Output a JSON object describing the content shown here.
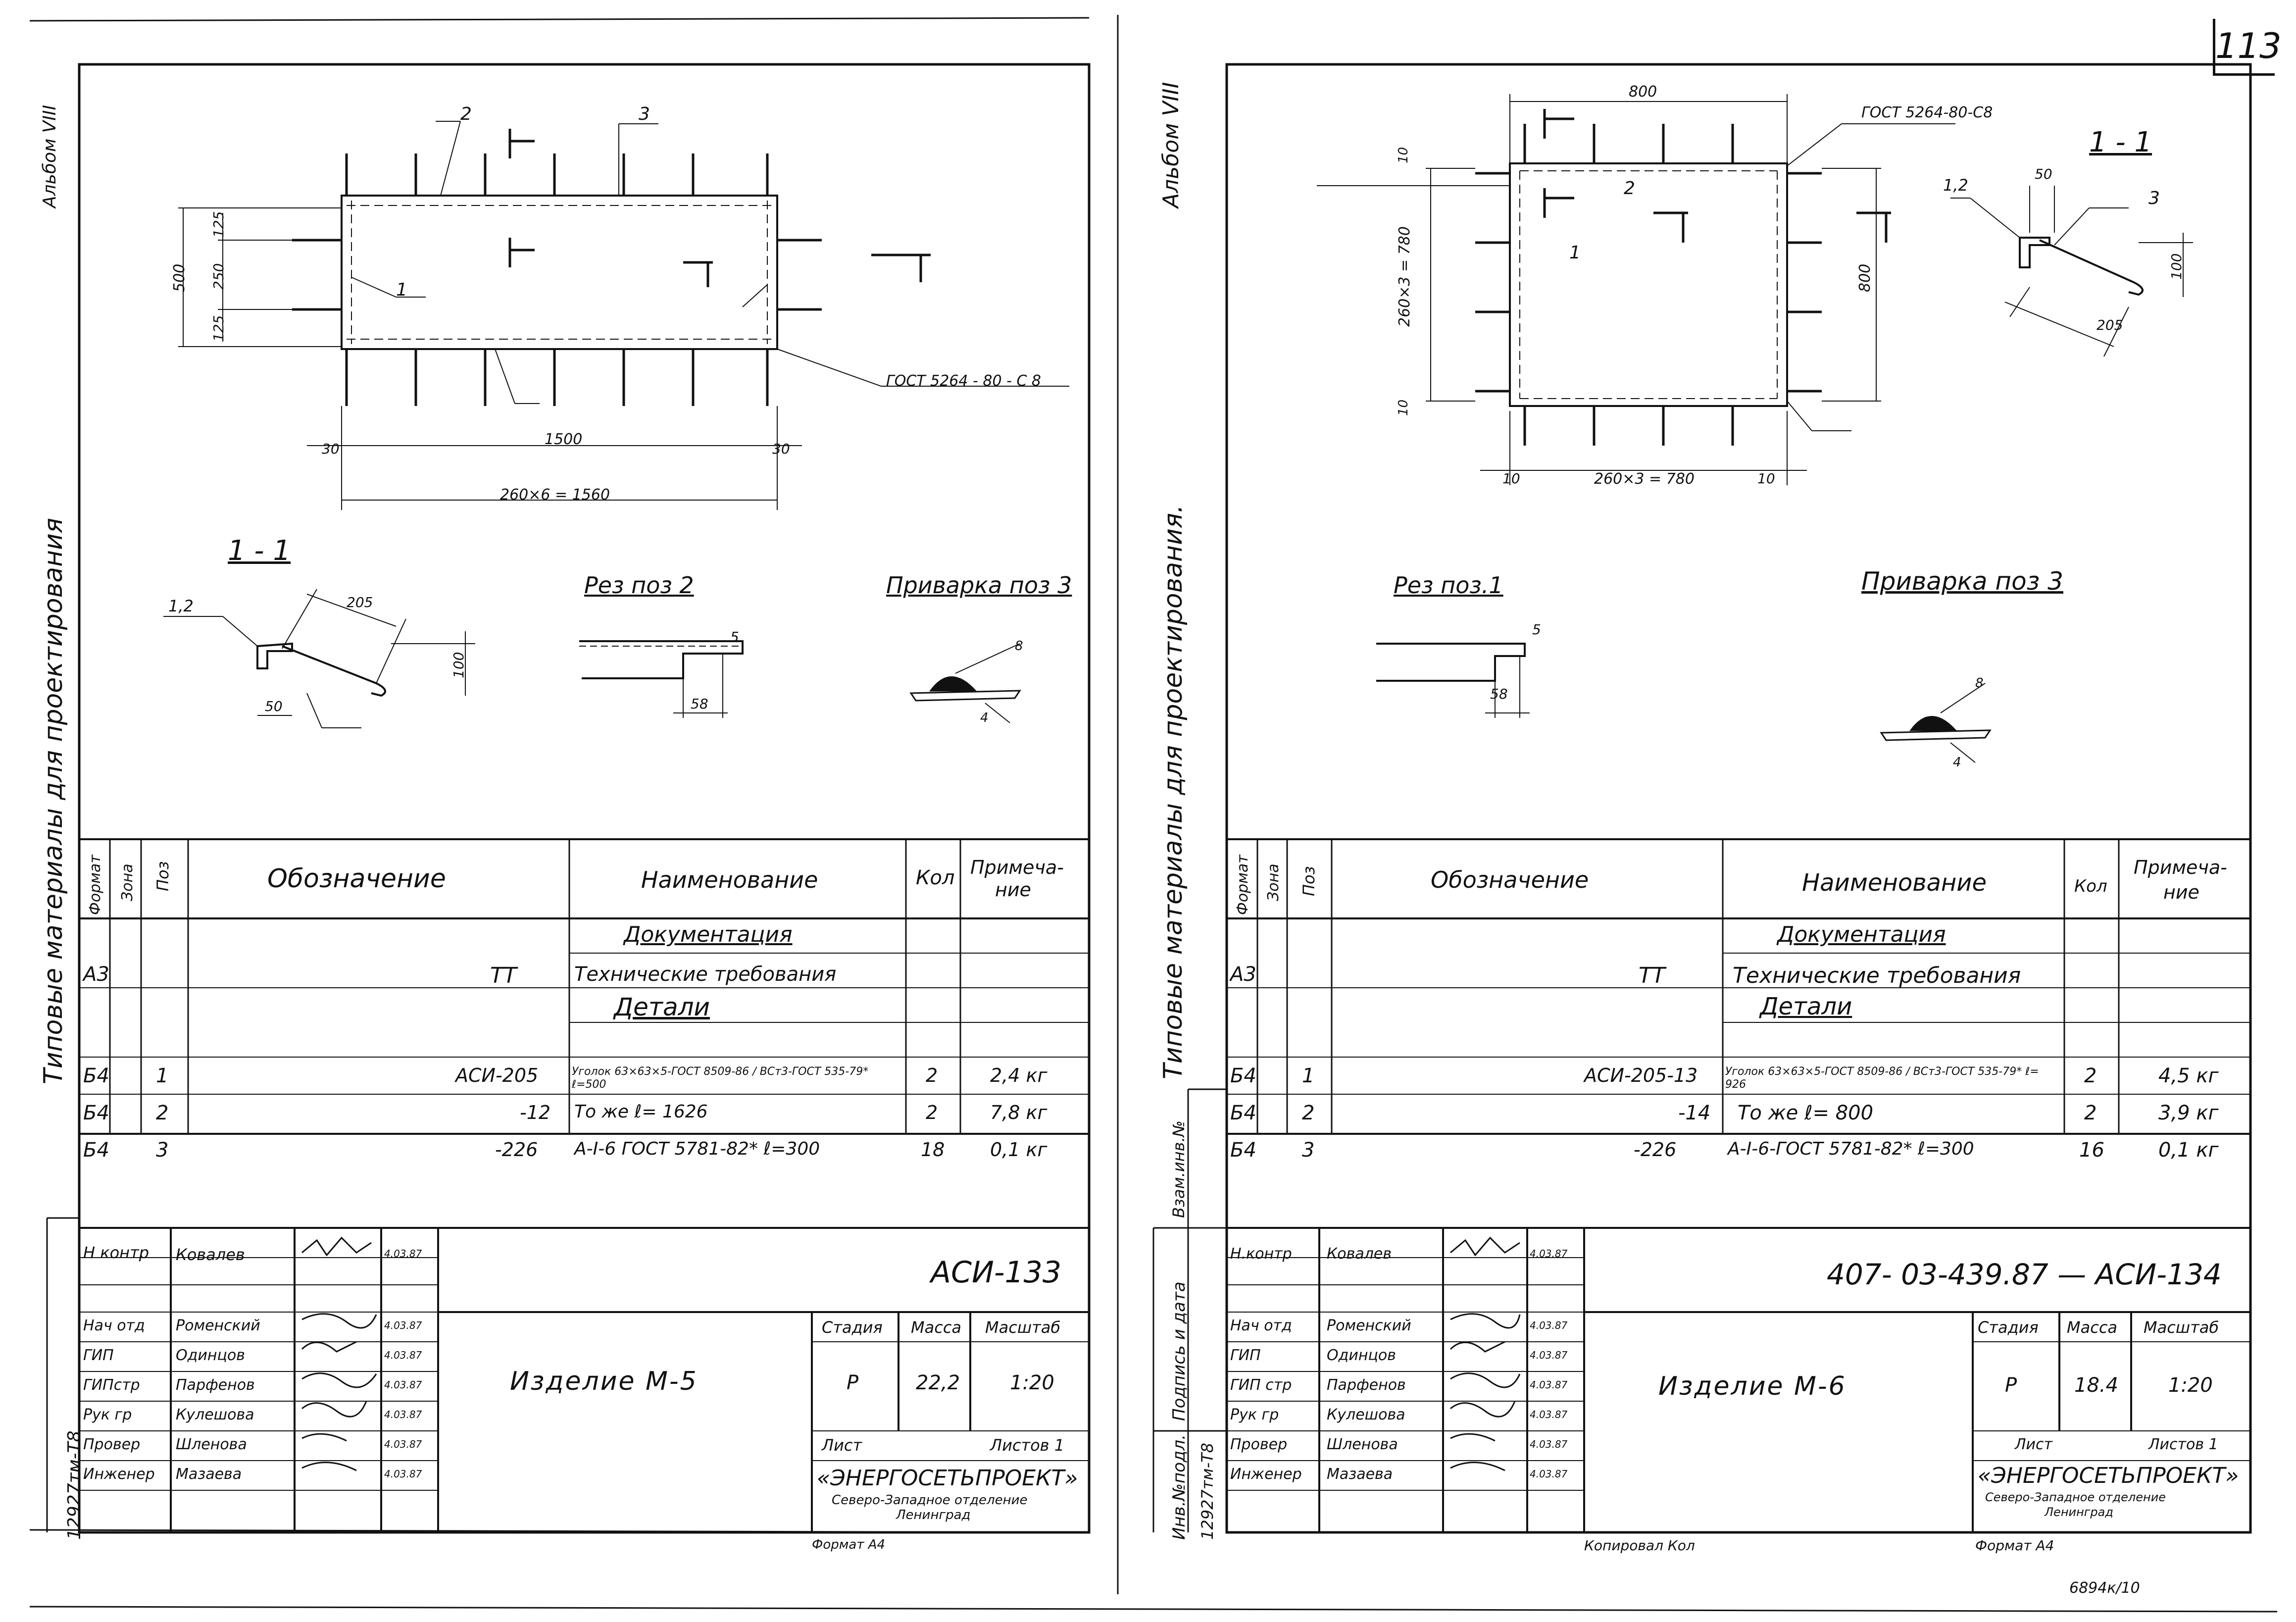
{
  "page_number": "113",
  "left_margin": {
    "series": "Типовые материалы для проектирования",
    "album": "Альбом VIII",
    "archive": "12927тм-Т8"
  },
  "right_margin": {
    "album": "Альбом VIII",
    "series": "Типовые материалы для проектирования.",
    "vzam": "Взам.инв.№",
    "sign": "Подпись и дата",
    "inv": "Инв.№подл.",
    "archive": "12927тм-Т8"
  },
  "spec_headers": {
    "format": "Формат",
    "zone": "Зона",
    "pos": "Поз",
    "designation": "Обозначение",
    "name": "Наименование",
    "qty": "Кол",
    "note1": "Примеча-",
    "note2": "ние",
    "section_docs": "Документация",
    "section_parts": "Детали"
  },
  "left_sheet": {
    "drawing_labels": {
      "section": "1 - 1",
      "rez": "Рез поз 2",
      "weld": "Приварка поз 3",
      "gost_weld": "ГОСТ 5264 - 80 - С 8",
      "dim_1500": "1500",
      "dim_1560": "260×6 = 1560",
      "dim_500": "500",
      "dim_250": "250",
      "dim_125a": "125",
      "dim_125b": "125",
      "dim_30a": "30",
      "dim_30b": "30",
      "dim_205": "205",
      "dim_100": "100",
      "dim_50": "50",
      "dim_58": "58",
      "dim_5": "5",
      "dim_8": "8",
      "dim_4": "4",
      "callout_1": "1",
      "callout_2": "2",
      "callout_3": "3",
      "callout_12": "1,2"
    },
    "rows": [
      {
        "format": "А3",
        "pos": "",
        "designation": "ТТ",
        "name": "Технические требования",
        "qty": "",
        "note": ""
      },
      {
        "format": "Б4",
        "pos": "1",
        "designation": "АСИ-205",
        "name": "Уголок 63×63×5-ГОСТ 8509-86 / ВСт3-ГОСТ 535-79*  ℓ=500",
        "qty": "2",
        "note": "2,4 кг"
      },
      {
        "format": "Б4",
        "pos": "2",
        "designation": "-12",
        "name": "То же  ℓ= 1626",
        "qty": "2",
        "note": "7,8 кг"
      },
      {
        "format": "Б4",
        "pos": "3",
        "designation": "-226",
        "name": "А-I-6 ГОСТ 5781-82*  ℓ=300",
        "qty": "18",
        "note": "0,1 кг"
      }
    ],
    "title_block": {
      "roles": [
        "Н контр",
        "Нач отд",
        "ГИП",
        "ГИПстр",
        "Рук гр",
        "Провер",
        "Инженер"
      ],
      "names": [
        "Ковалев",
        "Роменский",
        "Одинцов",
        "Парфенов",
        "Кулешова",
        "Шленова",
        "Мазаева"
      ],
      "dates": [
        "4.03.87",
        "4.03.87",
        "4.03.87",
        "4.03.87",
        "4.03.87",
        "4.03.87",
        "4.03.87"
      ],
      "doc_code": "АСИ-133",
      "product": "Изделие  М-5",
      "stage_label": "Стадия",
      "mass_label": "Масса",
      "scale_label": "Масштаб",
      "stage": "Р",
      "mass": "22,2",
      "scale": "1:20",
      "sheet_label": "Лист",
      "sheets_label": "Листов 1",
      "org": "«ЭНЕРГОСЕТЬПРОЕКТ»",
      "org_sub1": "Северо-Западное отделение",
      "org_sub2": "Ленинград",
      "format_note": "Формат А4"
    }
  },
  "right_sheet": {
    "drawing_labels": {
      "section": "1 - 1",
      "rez": "Рез поз.1",
      "weld": "Приварка поз 3",
      "gost_weld": "ГОСТ 5264-80-С8",
      "dim_800": "800",
      "dim_780a": "260×3 = 780",
      "dim_780b": "260×3 = 780",
      "dim_800v": "800",
      "dim_10a": "10",
      "dim_10b": "10",
      "dim_10c": "10",
      "dim_10d": "10",
      "dim_205": "205",
      "dim_100": "100",
      "dim_50": "50",
      "dim_58": "58",
      "dim_5": "5",
      "dim_8": "8",
      "dim_4": "4",
      "callout_1": "1",
      "callout_2": "2",
      "callout_3": "3",
      "callout_12": "1,2"
    },
    "rows": [
      {
        "format": "А3",
        "pos": "",
        "designation": "ТТ",
        "name": "Технические требования",
        "qty": "",
        "note": ""
      },
      {
        "format": "Б4",
        "pos": "1",
        "designation": "АСИ-205-13",
        "name": "Уголок 63×63×5-ГОСТ 8509-86 / ВСт3-ГОСТ 535-79*  ℓ= 926",
        "qty": "2",
        "note": "4,5 кг"
      },
      {
        "format": "Б4",
        "pos": "2",
        "designation": "-14",
        "name": "То же  ℓ= 800",
        "qty": "2",
        "note": "3,9 кг"
      },
      {
        "format": "Б4",
        "pos": "3",
        "designation": "-226",
        "name": "А-I-6-ГОСТ 5781-82*  ℓ=300",
        "qty": "16",
        "note": "0,1 кг"
      }
    ],
    "title_block": {
      "roles": [
        "Н.контр",
        "Нач отд",
        "ГИП",
        "ГИП стр",
        "Рук гр",
        "Провер",
        "Инженер"
      ],
      "names": [
        "Ковалев",
        "Роменский",
        "Одинцов",
        "Парфенов",
        "Кулешова",
        "Шленова",
        "Мазаева"
      ],
      "dates": [
        "4.03.87",
        "4.03.87",
        "4.03.87",
        "4.03.87",
        "4.03.87",
        "4.03.87",
        "4.03.87"
      ],
      "doc_code": "407- 03-439.87 — АСИ-134",
      "product": "Изделие  М-6",
      "stage_label": "Стадия",
      "mass_label": "Масса",
      "scale_label": "Масштаб",
      "stage": "Р",
      "mass": "18.4",
      "scale": "1:20",
      "sheet_label": "Лист",
      "sheets_label": "Листов 1",
      "org": "«ЭНЕРГОСЕТЬПРОЕКТ»",
      "org_sub1": "Северо-Западное отделение",
      "org_sub2": "Ленинград",
      "copied": "Копировал  Кол",
      "format_note": "Формат  А4"
    }
  },
  "bottom_stamp": "6894к/10"
}
